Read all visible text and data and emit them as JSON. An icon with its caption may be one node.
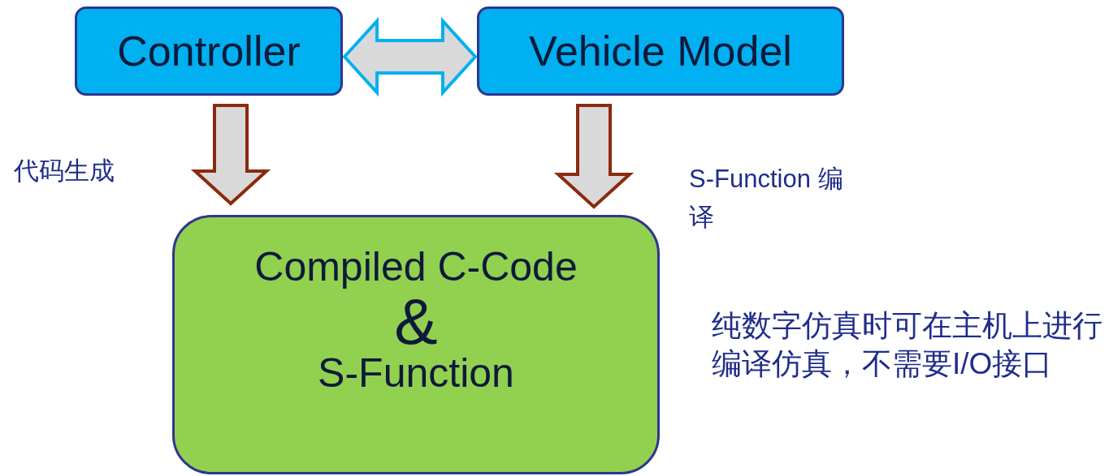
{
  "diagram": {
    "nodes": [
      {
        "text": [
          "Controller"
        ]
      },
      {
        "text": [
          "Vehicle Model"
        ]
      },
      {
        "text": [
          "Compiled C-Code",
          "&",
          "S-Function"
        ]
      }
    ],
    "edges": [
      {
        "from": 0,
        "to": 1,
        "arrow": "both",
        "color": "#00b0f0"
      },
      {
        "from": 0,
        "to": 2,
        "arrow": "to",
        "label": "代码生成"
      },
      {
        "from": 1,
        "to": 2,
        "arrow": "to",
        "label": "S-Function 编译"
      }
    ],
    "labels": [
      "纯数字仿真时可在主机上进行编译仿真，不需要I/O接口"
    ]
  }
}
